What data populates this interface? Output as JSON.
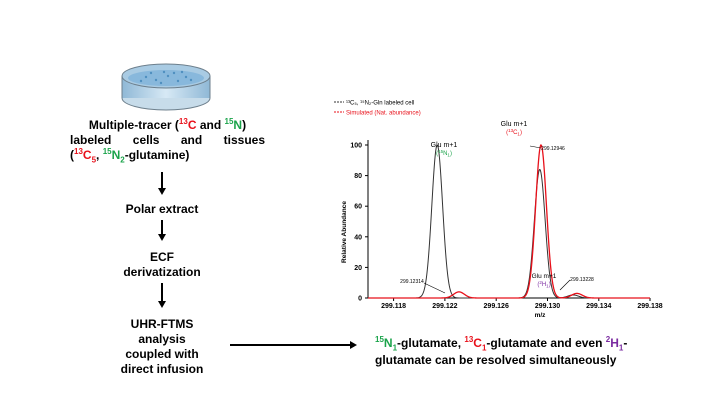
{
  "step1": {
    "line1_a": "Multiple-tracer (",
    "line1_c13_mass": "13",
    "line1_c13_el": "C",
    "line1_and": " and ",
    "line1_n15_mass": "15",
    "line1_n15_el": "N",
    "line1_b": ")",
    "line2": "labeled cells and tissues",
    "line3_open": "(",
    "line3_c_mass": "13",
    "line3_c_el": "C",
    "line3_c_count": "5",
    "line3_sep": ", ",
    "line3_n_mass": "15",
    "line3_n_el": "N",
    "line3_n_count": "2",
    "line3_close": "-glutamine)"
  },
  "step2": "Polar extract",
  "step3": {
    "line1": "ECF",
    "line2": "derivatization"
  },
  "step4": {
    "line1": "UHR-FTMS",
    "line2": "analysis",
    "line3": "coupled with",
    "line4": "direct infusion"
  },
  "conclusion": {
    "n_mass": "15",
    "n_el": "N",
    "n_count": "1",
    "n_rest": "-glutamate, ",
    "c_mass": "13",
    "c_el": "C",
    "c_count": "1",
    "c_rest": "-glutamate and even ",
    "h_mass": "2",
    "h_el": "H",
    "h_count": "1",
    "h_rest": "-",
    "line2": "glutamate can be resolved simultaneously"
  },
  "colors": {
    "c13": "#e8101a",
    "n15": "#1aa34a",
    "h2": "#7a2aa0",
    "labeled_line": "#333333",
    "simulated_line": "#e8101a"
  },
  "chart_data": {
    "type": "line",
    "xlabel": "m/z",
    "ylabel": "Relative Abundance",
    "xlim": [
      299.116,
      299.138
    ],
    "ylim": [
      0,
      100
    ],
    "xticks": [
      "299.118",
      "299.122",
      "299.126",
      "299.130",
      "299.134",
      "299.138"
    ],
    "yticks": [
      "0",
      "20",
      "40",
      "60",
      "80",
      "100"
    ],
    "legend": [
      {
        "label": "¹³C₅, ¹⁵N₂-Gln labeled cell",
        "style": "dashed",
        "color": "#333333"
      },
      {
        "label": "Simulated (Nat. abundance)",
        "style": "dashed",
        "color": "#e8101a"
      }
    ],
    "series": [
      {
        "name": "¹³C₅, ¹⁵N₂-Gln labeled cell",
        "peaks": [
          {
            "mz": 299.1214,
            "intensity": 100
          },
          {
            "mz": 299.1294,
            "intensity": 84
          },
          {
            "mz": 299.132,
            "intensity": 2
          }
        ]
      },
      {
        "name": "Simulated (Nat. abundance)",
        "peaks": [
          {
            "mz": 299.1231,
            "intensity": 4
          },
          {
            "mz": 299.1295,
            "intensity": 100
          },
          {
            "mz": 299.1323,
            "intensity": 3
          }
        ]
      }
    ],
    "annotations": [
      {
        "title": "Glu m+1",
        "iso_mass": "15",
        "iso_el": "N",
        "iso_count": "1",
        "color": "#1aa34a"
      },
      {
        "title": "Glu m+1",
        "iso_mass": "13",
        "iso_el": "C",
        "iso_count": "1",
        "color": "#e8101a"
      },
      {
        "title": "Glu m+1",
        "iso_mass": "2",
        "iso_el": "H",
        "iso_count": "1",
        "color": "#7a2aa0"
      }
    ],
    "mass_labels": [
      "299.12314",
      "299.12946",
      "299.13228"
    ]
  }
}
